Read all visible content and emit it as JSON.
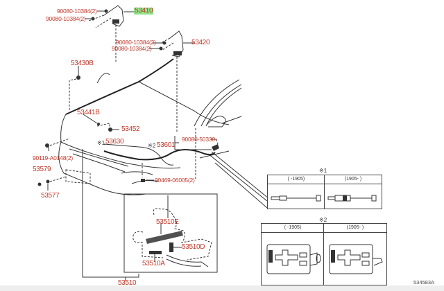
{
  "diagram": {
    "code": "534583A",
    "highlight_color": "#8fe58a",
    "label_color": "#c0392b"
  },
  "parts": {
    "p53410": "53410",
    "p53420": "53420",
    "p53430B": "53430B",
    "p53441B": "53441B",
    "p53452": "53452",
    "p53630": "53630",
    "p53601": "53601",
    "p53579": "53579",
    "p53577": "53577",
    "p53510": "53510",
    "p53510E": "53510E",
    "p53510D": "53510D",
    "p53510A": "53510A",
    "bolt_53410_a": "90080-10384(2)",
    "bolt_53410_b": "90080-10384(2)",
    "bolt_53420_a": "90080-10384(2)",
    "bolt_53420_b": "90080-10384(2)",
    "clip_90119": "90119-A0148(2)",
    "screw_50330": "90080-50330",
    "clip_90469": "90469-06005(2)"
  },
  "notes": {
    "mark1": "※1",
    "mark2": "※2"
  },
  "table1": {
    "mark": "※1",
    "col1": "(      -1905)",
    "col2": "(1905-      )"
  },
  "table2": {
    "mark": "※2",
    "col1": "(      -1905)",
    "col2": "(1905-      )"
  }
}
